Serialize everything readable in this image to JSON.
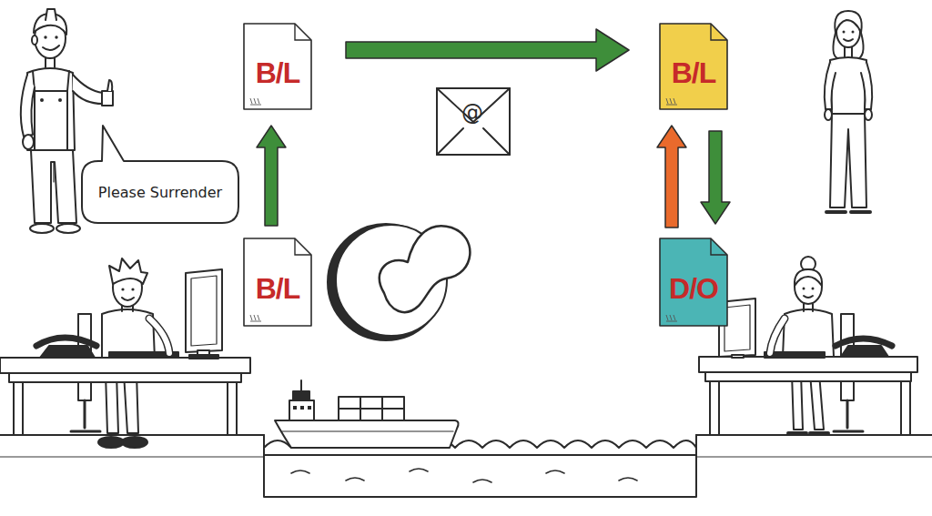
{
  "diagram": {
    "nodes": [
      {
        "text": [
          "B/L"
        ]
      },
      {
        "text": [
          "B/L"
        ]
      },
      {
        "text": [
          "Please Surrender"
        ]
      },
      {
        "text": [
          "B/L"
        ]
      },
      {
        "text": [
          "D/O"
        ]
      }
    ],
    "edges": [
      {
        "from": 3,
        "to": 0,
        "arrow": "to"
      },
      {
        "from": 0,
        "to": 1,
        "arrow": "to"
      },
      {
        "from": 4,
        "to": 1,
        "arrow": "to"
      },
      {
        "from": 1,
        "to": 4,
        "arrow": "to"
      }
    ],
    "labels": [
      "@"
    ]
  }
}
